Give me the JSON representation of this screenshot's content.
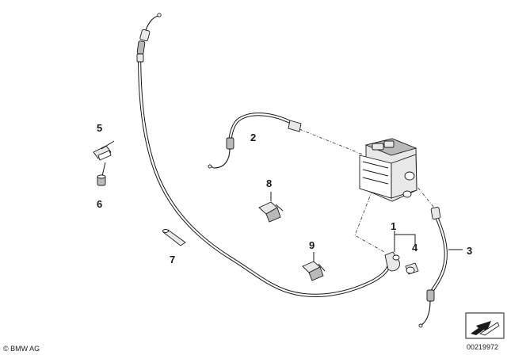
{
  "diagram": {
    "labels": [
      "1",
      "2",
      "3",
      "4",
      "5",
      "6",
      "7",
      "8",
      "9"
    ]
  },
  "footer": {
    "copyright": "© BMW AG",
    "ref_number": "00219972"
  }
}
